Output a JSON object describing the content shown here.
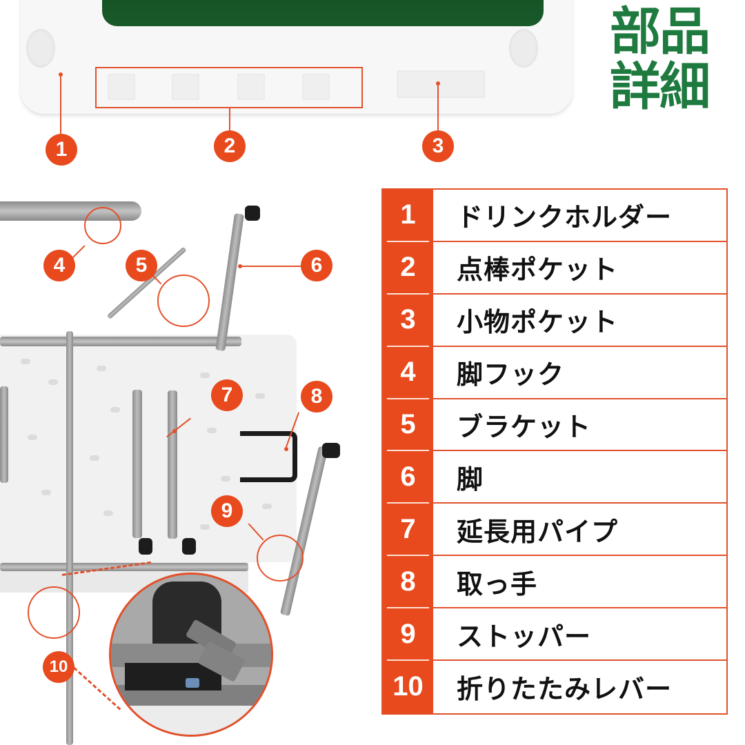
{
  "title": {
    "line1": "部品",
    "line2": "詳細",
    "color": "#1e7a3e"
  },
  "accent_color": "#e8491d",
  "callouts": [
    {
      "num": "1",
      "target": "drink-holder"
    },
    {
      "num": "2",
      "target": "score-stick-pocket"
    },
    {
      "num": "3",
      "target": "accessory-pocket"
    },
    {
      "num": "4",
      "target": "leg-hook"
    },
    {
      "num": "5",
      "target": "bracket"
    },
    {
      "num": "6",
      "target": "leg"
    },
    {
      "num": "7",
      "target": "extension-pipe"
    },
    {
      "num": "8",
      "target": "handle"
    },
    {
      "num": "9",
      "target": "stopper"
    },
    {
      "num": "10",
      "target": "folding-lever"
    }
  ],
  "parts": [
    {
      "num": "1",
      "name": "ドリンクホルダー"
    },
    {
      "num": "2",
      "name": "点棒ポケット"
    },
    {
      "num": "3",
      "name": "小物ポケット"
    },
    {
      "num": "4",
      "name": "脚フック"
    },
    {
      "num": "5",
      "name": "ブラケット"
    },
    {
      "num": "6",
      "name": "脚"
    },
    {
      "num": "7",
      "name": "延長用パイプ"
    },
    {
      "num": "8",
      "name": "取っ手"
    },
    {
      "num": "9",
      "name": "ストッパー"
    },
    {
      "num": "10",
      "name": "折りたたみレバー"
    }
  ]
}
